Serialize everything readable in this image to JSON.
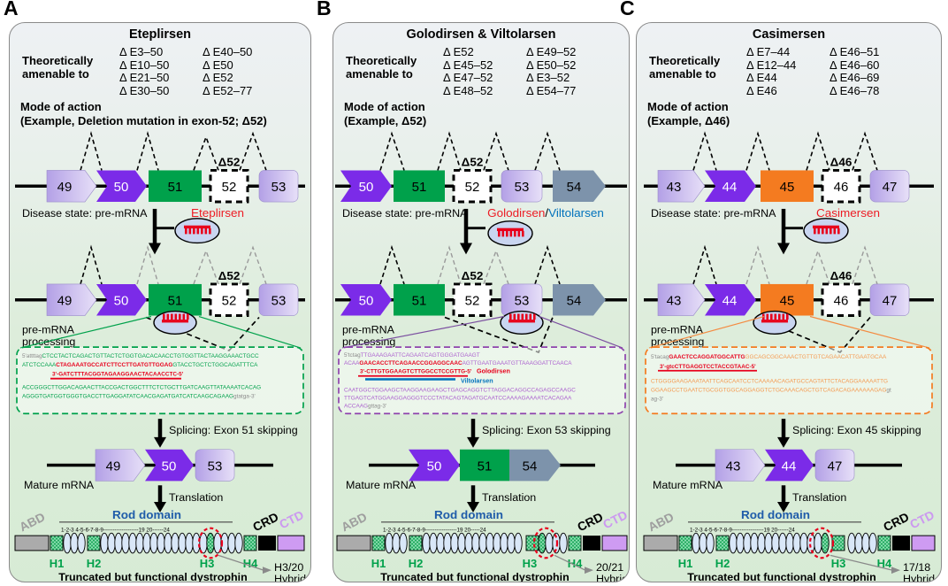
{
  "colors": {
    "red": "#ED1C24",
    "blue": "#0072BC",
    "green_exon": "#00A14B",
    "purple_exon": "#7B2BE8",
    "lavender_exon": "#C9B8F0",
    "orange_exon": "#F47B20",
    "slate_exon": "#7D93AB",
    "seq_purple": "#AC63CF",
    "seq_orange": "#F59B51",
    "rod_blue": "#1F5CA9",
    "ctd_violet": "#CE9BF2",
    "oligo_fill": "#C9D5F0"
  },
  "panels": [
    {
      "letter": "A",
      "title": "Eteplirsen",
      "amenable_label": "Theoretically amenable to",
      "amenable_col1": [
        "Δ E3–50",
        "Δ E10–50",
        "Δ E21–50",
        "Δ E30–50"
      ],
      "amenable_col2": [
        "Δ E40–50",
        "Δ E50",
        "Δ E52",
        "Δ E52–77"
      ],
      "mode_line1": "Mode of action",
      "mode_line2": "(Example, Deletion mutation in exon-52; Δ52)",
      "delta": "Δ52",
      "exons": [
        "49",
        "50",
        "51",
        "52",
        "53"
      ],
      "disease_label": "Disease state: pre-mRNA",
      "drug": "Eteplirsen",
      "processing_line1": "pre-mRNA",
      "processing_line2": "processing",
      "seq": {
        "l1a": "5'attttag",
        "l1b": "CTCCTACTCAGACTGTTACTCTGGTGACACAACCTGTGGTTACTAAGGAAACTGCC",
        "l2a": "ATCTCCAAA",
        "l2b": "CTAGAAATGCCATCTTCCTTGATGTTGGAG",
        "l2c": "GTACCTGCTCTGGCAGATTTCA",
        "l3": "3'-GATCTTTACGGTAGAAGGAACTACAACCTC-5'",
        "l4": "ACCGGGCTTGGACAGAACTTACCGACTGGCTTTCTCTGCTTGATCAAGTTATAAAATCACAG",
        "l5a": "AGGGTGATGGTGGGTGACCTTGAGGATATCAACGAGATGATCATCAAGCAGAAG",
        "l5b": "gtatga-3'"
      },
      "splicing_label": "Splicing: Exon 51 skipping",
      "mature_exons": [
        "49",
        "50",
        "53"
      ],
      "mature_label": "Mature mRNA",
      "translation_label": "Translation",
      "protein": {
        "rod": "Rod domain",
        "abd": "ABD",
        "crd": "CRD",
        "ctd": "CTD",
        "numbers": "1-2-3    4-5-6-7-8-9-------------------19 20------24",
        "h1": "H1",
        "h2": "H2",
        "h3": "H3",
        "h4": "H4",
        "hybrid_line1": "H3/20",
        "hybrid_line2": "Hybrid",
        "caption": "Truncated but functional dystrophin"
      }
    },
    {
      "letter": "B",
      "title": "Golodirsen & Viltolarsen",
      "amenable_label": "Theoretically amenable to",
      "amenable_col1": [
        "Δ E52",
        "Δ E45–52",
        "Δ E47–52",
        "Δ E48–52"
      ],
      "amenable_col2": [
        "Δ E49–52",
        "Δ E50–52",
        "Δ E3–52",
        "Δ E54–77"
      ],
      "mode_line1": "Mode of action",
      "mode_line2": "(Example, Δ52)",
      "delta": "Δ52",
      "exons": [
        "50",
        "51",
        "52",
        "53",
        "54"
      ],
      "disease_label": "Disease state: pre-mRNA",
      "drug_parts": {
        "a": "Golodirsen",
        "sep": "/",
        "b": "Viltolarsen"
      },
      "processing_line1": "pre-mRNA",
      "processing_line2": "processing",
      "seq": {
        "l1a": "5'tctag",
        "l1b": "TTGAAAGAATTCAGAATCAGTGGGATGAAGT",
        "l2a": "ACAA",
        "l2b": "GAACACCTTCAGAACCGGAGGCAAC",
        "l2c": "AGTTGAATGAAATGTTAAAGGATTCAACA",
        "l3": "3'-CTTGTGGAAGTCTTGGCCTCCGTTG-5'",
        "l3label": "Golodirsen",
        "l4label": "Viltolarsen",
        "l5": "CAATGGCTGGAAGCTAAGGAAGAAGCTGAGCAGGTCTTAGGACAGGCCAGAGCCAAGC",
        "l6": "TTGAGTCATGGAAGGAGGGTCCCTATACAGTAGATGCAATCCAAAAGAAAATCACAGAA",
        "l7a": "ACCAAG",
        "l7b": "gttag-3'"
      },
      "splicing_label": "Splicing: Exon 53 skipping",
      "mature_exons": [
        "50",
        "51",
        "54"
      ],
      "mature_label": "Mature mRNA",
      "translation_label": "Translation",
      "protein": {
        "rod": "Rod domain",
        "abd": "ABD",
        "crd": "CRD",
        "ctd": "CTD",
        "numbers": "1-2-3    4-5-6-7-8-9-----------------19   20-----24",
        "h1": "H1",
        "h2": "H2",
        "h3": "H3",
        "h4": "H4",
        "hybrid_line1": "20/21",
        "hybrid_line2": "Hybrid",
        "caption": "Truncated but functional dystrophin"
      }
    },
    {
      "letter": "C",
      "title": "Casimersen",
      "amenable_label": "Theoretically amenable to",
      "amenable_col1": [
        "Δ E7–44",
        "Δ E12–44",
        "Δ E44",
        "Δ E46"
      ],
      "amenable_col2": [
        "Δ E46–51",
        "Δ E46–60",
        "Δ E46–69",
        "Δ E46–78"
      ],
      "mode_line1": "Mode of action",
      "mode_line2": "(Example, Δ46)",
      "delta": "Δ46",
      "exons": [
        "43",
        "44",
        "45",
        "46",
        "47"
      ],
      "disease_label": "Disease state: pre-mRNA",
      "drug": "Casimersen",
      "processing_line1": "pre-mRNA",
      "processing_line2": "processing",
      "seq": {
        "l1a": "5'tacag",
        "l1b": "GAACTCCAGGATGGCATTG",
        "l1c": "GGCAGCGGCAAACTGTTGTCAGAACATTGAATGCAA",
        "l2": "3'-gtcCTTGAGGTCCTACCGTAAC-5'",
        "l3": "CTGGGGAAGAAATAATTCAGCAATCCTCAAAAACAGATGCCAGTATTCTACAGGAAAAATTG",
        "l4a": "GGAAGCCTGAATCTGCGGTGGCAGGAGGTCTGCAAACAGCTGTCAGACAGAAAAAAGAG",
        "l4b": "gt",
        "l5": "ag-3'"
      },
      "splicing_label": "Splicing: Exon 45 skipping",
      "mature_exons": [
        "43",
        "44",
        "47"
      ],
      "mature_label": "Mature mRNA",
      "translation_label": "Translation",
      "protein": {
        "rod": "Rod domain",
        "abd": "ABD",
        "crd": "CRD",
        "ctd": "CTD",
        "numbers": "1-2-3    4-5-6-7-8-9-----------------19    20------24",
        "h1": "H1",
        "h2": "H2",
        "h3": "H3",
        "h4": "H4",
        "hybrid_line1": "17/18",
        "hybrid_line2": "Hybrid",
        "caption": "Truncated but functional dystrophin"
      }
    }
  ]
}
